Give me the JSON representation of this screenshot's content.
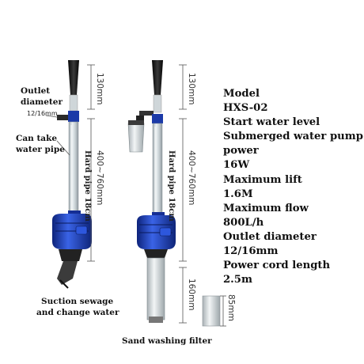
{
  "left_labels": {
    "outlet_diameter_line1": "Outlet",
    "outlet_diameter_line2": "diameter",
    "outlet_size": "12/16mm",
    "can_take_line1": "Can take",
    "can_take_line2": "water pipe",
    "suction_line1": "Suction sewage",
    "suction_line2": "and change water"
  },
  "hard_pipe_label": "Hard pipe 18cm",
  "dimensions": {
    "top_left": "130mm",
    "mid_left": "400~760mm",
    "top_right": "130mm",
    "mid_right": "400~760mm",
    "bottom": "160mm",
    "filter": "85mm"
  },
  "filter_caption": "Sand washing filter",
  "specs": [
    "Model",
    "HXS-02",
    "Start water level",
    "Submerged water pump",
    "power",
    "16W",
    "Maximum lift",
    "1.6M",
    "Maximum flow",
    "800L/h",
    "Outlet diameter",
    "12/16mm",
    "Power cord length",
    "2.5m"
  ],
  "colors": {
    "pump_blue": "#1c3fb8",
    "handle_black": "#1a1a1a",
    "pipe_clear": "#cfd8dc"
  }
}
